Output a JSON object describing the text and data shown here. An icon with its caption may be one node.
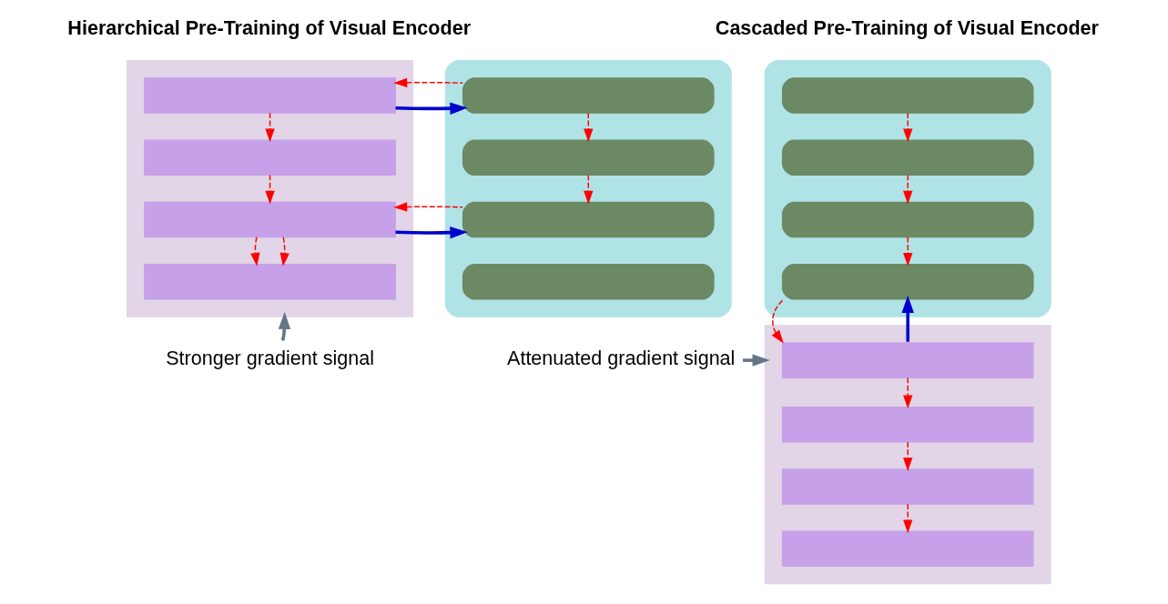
{
  "diagram": {
    "nodes": [
      {
        "text": [],
        "shape": "box"
      },
      {
        "text": [],
        "shape": "box",
        "in": 0
      },
      {
        "text": [],
        "shape": "box",
        "in": 0
      },
      {
        "text": [],
        "shape": "box",
        "in": 0
      },
      {
        "text": [],
        "shape": "box",
        "in": 0
      },
      {
        "text": [],
        "shape": "box"
      },
      {
        "text": [],
        "shape": "box",
        "in": 5
      },
      {
        "text": [],
        "shape": "box",
        "in": 5
      },
      {
        "text": [],
        "shape": "box",
        "in": 5
      },
      {
        "text": [],
        "shape": "box",
        "in": 5
      },
      {
        "text": [],
        "shape": "box"
      },
      {
        "text": [],
        "shape": "box",
        "in": 10
      },
      {
        "text": [],
        "shape": "box",
        "in": 10
      },
      {
        "text": [],
        "shape": "box",
        "in": 10
      },
      {
        "text": [],
        "shape": "box",
        "in": 10
      },
      {
        "text": [],
        "shape": "box"
      },
      {
        "text": [],
        "shape": "box",
        "in": 15
      },
      {
        "text": [],
        "shape": "box",
        "in": 15
      },
      {
        "text": [],
        "shape": "box",
        "in": 15
      },
      {
        "text": [],
        "shape": "box",
        "in": 15
      },
      {
        "text": [
          "Stronger gradient signal"
        ]
      },
      {
        "text": [
          "Attenuated gradient signal"
        ]
      }
    ],
    "edges": [
      {
        "from": 1,
        "to": 6,
        "arrow": "to",
        "color": "#0000cc",
        "style": "thick"
      },
      {
        "from": 6,
        "to": 1,
        "arrow": "to",
        "style": "dashed"
      },
      {
        "from": 3,
        "to": 8,
        "arrow": "to",
        "color": "#0000cc",
        "style": "thick"
      },
      {
        "from": 8,
        "to": 3,
        "arrow": "to",
        "style": "dashed"
      },
      {
        "from": 1,
        "to": 2,
        "arrow": "to",
        "style": "dashed"
      },
      {
        "from": 2,
        "to": 3,
        "arrow": "to",
        "style": "dashed"
      },
      {
        "from": 3,
        "to": 4,
        "arrow": "to",
        "style": "dashed"
      },
      {
        "from": 3,
        "to": 4,
        "arrow": "to",
        "style": "dashed"
      },
      {
        "from": 6,
        "to": 7,
        "arrow": "to",
        "style": "dashed"
      },
      {
        "from": 7,
        "to": 8,
        "arrow": "to",
        "style": "dashed"
      },
      {
        "from": 11,
        "to": 12,
        "arrow": "to",
        "style": "dashed"
      },
      {
        "from": 12,
        "to": 13,
        "arrow": "to",
        "style": "dashed"
      },
      {
        "from": 13,
        "to": 14,
        "arrow": "to",
        "style": "dashed"
      },
      {
        "from": 14,
        "to": 16,
        "arrow": "to",
        "style": "dashed"
      },
      {
        "from": 16,
        "to": 14,
        "arrow": "to",
        "color": "#0000cc",
        "style": "thick"
      },
      {
        "from": 16,
        "to": 17,
        "arrow": "to",
        "style": "dashed"
      },
      {
        "from": 17,
        "to": 18,
        "arrow": "to",
        "style": "dashed"
      },
      {
        "from": 18,
        "to": 19,
        "arrow": "to",
        "style": "dashed"
      },
      {
        "from": 20,
        "to": 0,
        "arrow": "to",
        "color": "#647687",
        "style": "thick"
      },
      {
        "from": 21,
        "to": 15,
        "arrow": "to",
        "color": "#647687",
        "style": "thick"
      }
    ],
    "labels": [
      "Hierarchical Pre-Training of Visual Encoder",
      "Cascaded Pre-Training of Visual Encoder"
    ]
  }
}
